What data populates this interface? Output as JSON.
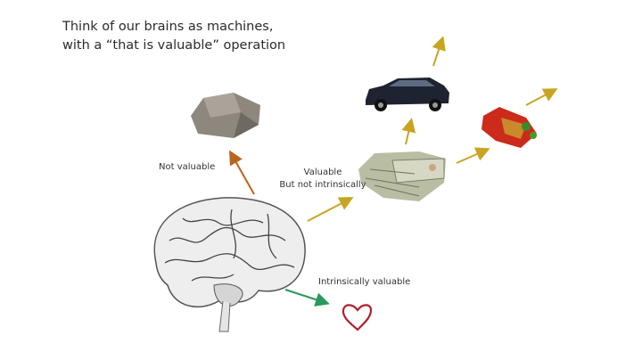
{
  "title": {
    "line1": "Think of our brains as machines,",
    "line2": "with a “that is valuable” operation"
  },
  "labels": {
    "not_valuable": "Not valuable",
    "valuable_line1": "Valuable",
    "valuable_line2": "But not intrinsically",
    "intrinsically_valuable": "Intrinsically valuable"
  },
  "colors": {
    "orange_arrow": "#b8661c",
    "yellow_arrow": "#c8a520",
    "green_arrow": "#2a9a5a",
    "heart": "#b0202a"
  }
}
